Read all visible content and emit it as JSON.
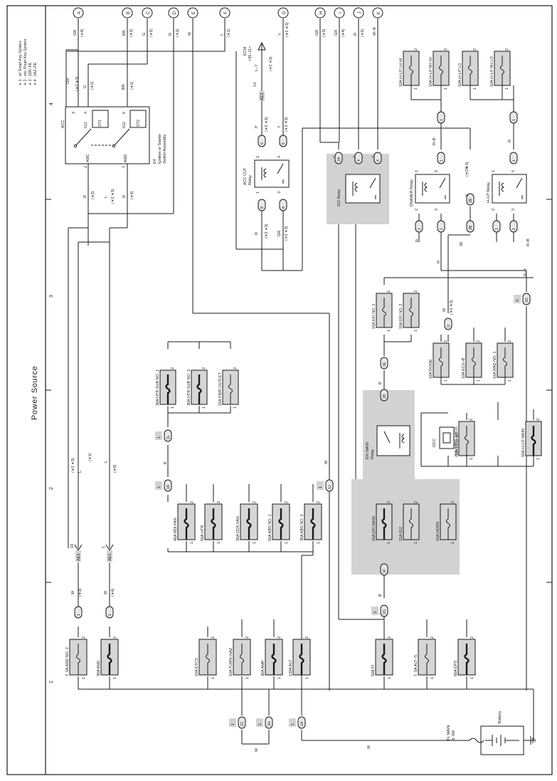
{
  "title": "Power Source",
  "grid_marks": [
    "1",
    "2",
    "3",
    "4"
  ],
  "notes": [
    "∗ 1 : w/ Smart Key System",
    "∗ 2 : w/o Smart Key System",
    "∗ 3 : 2ZR–FE",
    "∗ 4 : 2AZ–FE"
  ],
  "top_connectors": [
    {
      "letter": "A",
      "wire": "GR",
      "note": "(∗4)"
    },
    {
      "letter": "B",
      "wire": "BR",
      "note": "(∗2)"
    },
    {
      "letter": "C",
      "wire": "G",
      "note": "(∗2)"
    },
    {
      "letter": "D",
      "wire": "R",
      "note": "(∗2)"
    },
    {
      "letter": "E",
      "wire": "W",
      "note": ""
    },
    {
      "letter": "F",
      "wire": "L",
      "note": "(∗1)"
    },
    {
      "letter": "G",
      "wire": "Y",
      "note": "(∗2 ∗3)"
    },
    {
      "letter": "H",
      "wire": "GR",
      "note": "(∗3)"
    },
    {
      "letter": "I",
      "wire": "GR",
      "note": "(∗4)"
    },
    {
      "letter": "J",
      "wire": "R",
      "note": "(∗2)"
    },
    {
      "letter": "K",
      "wire": "W–B",
      "note": ""
    }
  ],
  "ignition_switch": {
    "id": "E4",
    "name1": "Ignition or Starter",
    "name2": "Switch Assembly",
    "pins": {
      "acc": "ACC",
      "ig1": "IG1",
      "st1": "ST1",
      "ig2": "IG2",
      "st2": "ST2",
      "am1": "AM1",
      "am2": "AM2"
    },
    "pin_nums": {
      "acc": "3",
      "ig1": "4",
      "ig2": "6",
      "am1": "2",
      "am2": "7"
    }
  },
  "ecm": {
    "label1": "ECM",
    "label2": "<35–11>",
    "wire": "L–Y",
    "note": "(∗2 ∗3)",
    "conn_id": "AE3",
    "conn_pin": "14"
  },
  "acc_cut": {
    "name": "ACC CUT",
    "name2": "Relay",
    "pins": [
      "2",
      "4",
      "1",
      "3"
    ]
  },
  "ig2_relay": {
    "name": "IG2 Relay",
    "pins": [
      "2",
      "4",
      "3"
    ]
  },
  "dimmer_relay": {
    "name": "DIMMER Relay",
    "pins": [
      "1",
      "5",
      "2",
      "3"
    ]
  },
  "hlp_relay": {
    "name": "H–LP Relay",
    "pins": [
      "1",
      "5",
      "2",
      "3"
    ]
  },
  "efi_relay": {
    "name": "EFI MAIN",
    "name2": "Relay"
  },
  "hlp_fuses": [
    "10A H–LP LH HI",
    "10A H–LP RH HI",
    "10A H–LP LO",
    "10A H–LP RH LO"
  ],
  "efi_fuses": [
    "10A EFI NO. 1",
    "10A EFI NO. 2"
  ],
  "mid_fuses": [
    "10A DOME",
    "10A ECU–B",
    "15A RAD NO. 1"
  ],
  "htr_fuses": [
    "30A HTR SUB NO. 1",
    "30A HTR SUB NO. 3",
    "15A PWR OUTLET"
  ],
  "dcc": {
    "label": "DCC",
    "fuse": "10A ECU–B2"
  },
  "strg_fuses": [
    "20A STRG LOCK",
    "50A H–LP MAIN"
  ],
  "fan_fuses": [
    "40A RDI FAN",
    "50A HTR",
    "30A CDS FAN",
    "50A ABS NO. 1",
    "30A ABS NO. 3"
  ],
  "main_fuses": [
    "20A EFI MAIN",
    "15A IG2",
    "10A HORN"
  ],
  "bottom_fuses": [
    "7. 5A AM2 NO. 2",
    "30A AM2",
    "10A ETCS",
    "10A TURN–HAZ",
    "30A AMP",
    "120A ALT",
    "50A PI",
    "7. 5A ALT–S",
    "60A EPS"
  ],
  "battery": {
    "label": "Battery",
    "fl": "FL MAIN",
    "fl2": "3. 0W"
  },
  "conn_ids": {
    "ae1": "AE1",
    "c1": "1",
    "c16": "16",
    "t1a": "1A",
    "t1b": "1B",
    "t1c": "1C",
    "t1d": "1D",
    "t1e": "1E",
    "t1f": "1F",
    "t1g": "1G",
    "t1h": "1H",
    "t1i": "1I",
    "t1j": "1J",
    "t1k": "1K",
    "t1l": "1L",
    "t2a": "2A",
    "t2b": "2B",
    "t1x": "1X"
  },
  "wire_labels": {
    "GR": "GR",
    "G": "G",
    "BR": "BR",
    "R": "R",
    "W": "W",
    "L": "L",
    "Y": "Y",
    "P": "P",
    "B": "B",
    "RB": "R–B",
    "WB": "W–B",
    "LY": "L–Y"
  },
  "notes_short": {
    "n2": "(∗2)",
    "n3": "(∗3)",
    "n4": "(∗4)",
    "n1": "(∗1)",
    "n23": "(∗2 ∗3)",
    "n2m": "(∗2 ∗3)"
  }
}
